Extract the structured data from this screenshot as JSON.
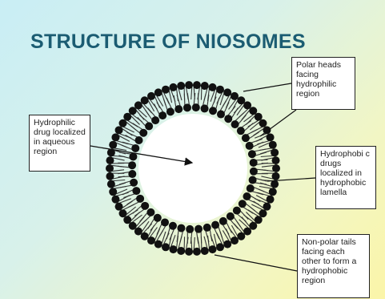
{
  "title": "STRUCTURE OF NIOSOMES",
  "labels": {
    "hydrophilic_drug": "Hydrophilic drug localized in aqueous region",
    "polar_heads": "Polar heads facing hydrophilic region",
    "hydrophobic_drugs": "Hydrophobi c drugs localized in hydrophobic lamella",
    "nonpolar_tails": "Non-polar tails facing each other to form a hydrophobic region"
  },
  "colors": {
    "title": "#1b5c72",
    "head": "#111111",
    "tail": "#333333",
    "core": "#ffffff"
  },
  "bilayer": {
    "outer_head_count": 66,
    "inner_head_count": 44
  }
}
